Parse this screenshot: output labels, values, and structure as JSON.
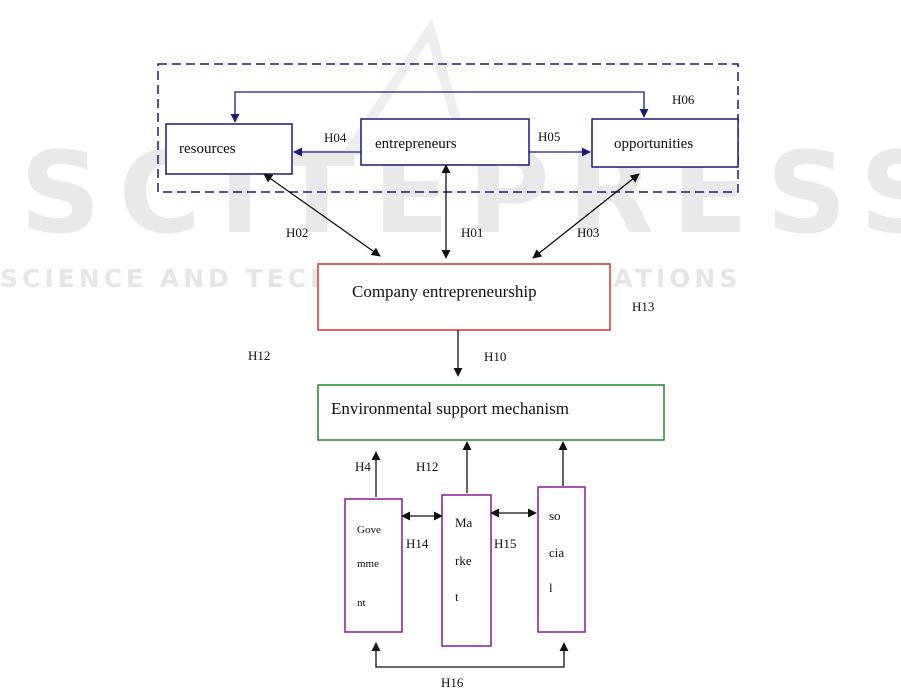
{
  "watermark": {
    "word": "SCITEPRESS",
    "tagline": "SCIENCE AND TECHNOLOGY PUBLICATIONS"
  },
  "nodes": {
    "resources": "resources",
    "entrepreneurs": "entrepreneurs",
    "opportunities": "opportunities",
    "company": "Company entrepreneurship",
    "environment": "Environmental support mechanism",
    "government": [
      "Gove",
      "mme",
      "nt"
    ],
    "market": [
      "Ma",
      "rke",
      "t"
    ],
    "social": [
      "so",
      "cia",
      "l"
    ]
  },
  "hypotheses": {
    "h01": "H01",
    "h02": "H02",
    "h03": "H03",
    "h04": "H04",
    "h05": "H05",
    "h06": "H06",
    "h10": "H10",
    "h12_left": "H12",
    "h12_market": "H12",
    "h13": "H13",
    "h4": "H4",
    "h14": "H14",
    "h15": "H15",
    "h16": "H16"
  },
  "colors": {
    "navy": "#1a1a7a",
    "red": "#e03030",
    "green": "#1f8a2a",
    "purple": "#8a1a9a",
    "black": "#111111"
  }
}
